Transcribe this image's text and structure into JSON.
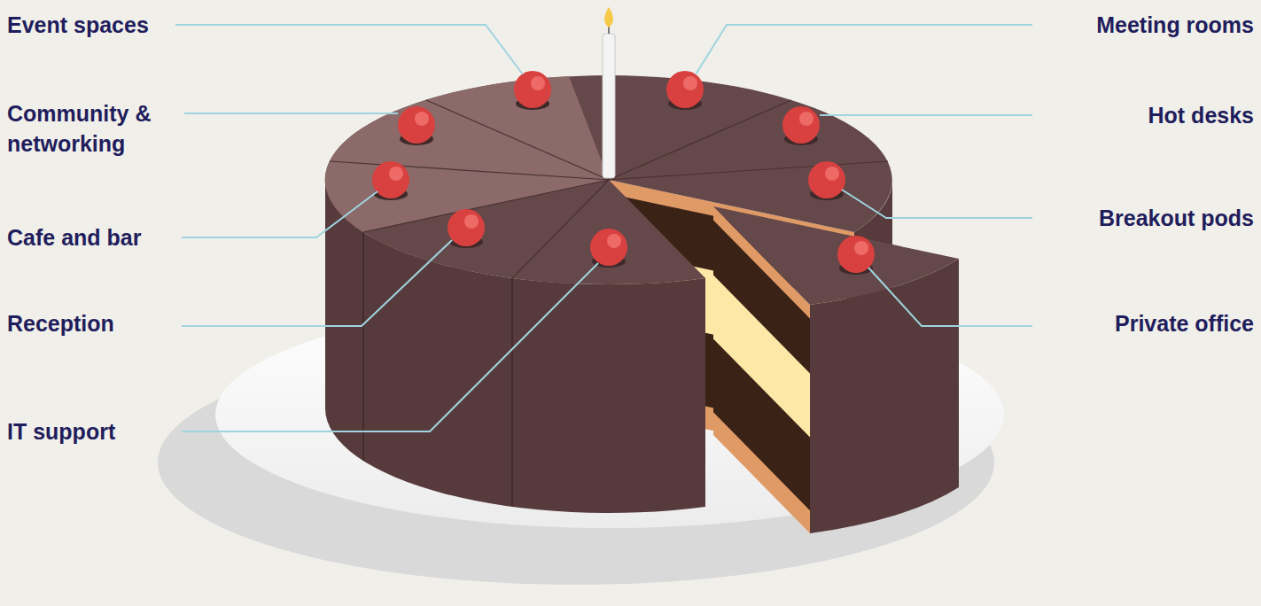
{
  "diagram": {
    "labels": [
      "Event spaces",
      "Meeting rooms",
      "Community & networking",
      "Hot desks",
      "Breakout pods",
      "Cafe and bar",
      "Reception",
      "Private office",
      "IT support"
    ]
  }
}
